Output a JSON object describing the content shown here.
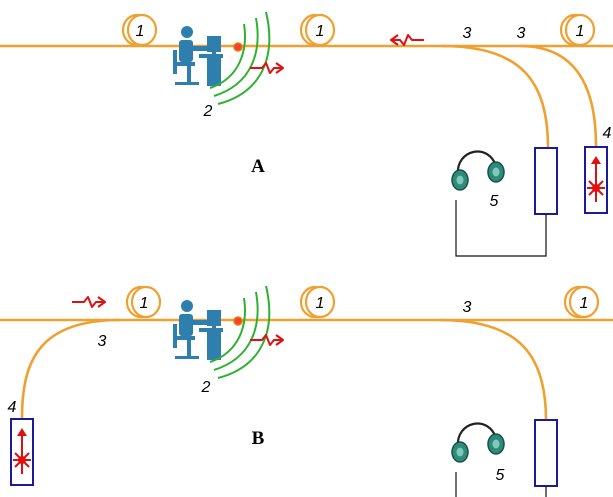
{
  "colors": {
    "fiber": "#f0a030",
    "signal_arrow": "#e01010",
    "sound_wave": "#30b030",
    "person": "#2f7fae",
    "device_frame": "#1a1a9a",
    "laser": "#e01010",
    "headphones": "#2e8b7a"
  },
  "panels": [
    {
      "label": "A",
      "coil_labels": [
        "1",
        "1",
        "1"
      ],
      "eavesdropper_label": "2",
      "coupler_labels": [
        "3",
        "3"
      ],
      "source_label": "4",
      "receiver_label": "5"
    },
    {
      "label": "B",
      "coil_labels": [
        "1",
        "1",
        "1"
      ],
      "eavesdropper_label": "2",
      "coupler_labels": [
        "3",
        "3"
      ],
      "source_label": "4",
      "receiver_label": "5"
    }
  ],
  "icons": {
    "coil": "fiber-coil-icon",
    "eavesdropper": "person-at-desk-icon",
    "signal": "signal-arrow-icon",
    "laser": "laser-source-icon",
    "headphones": "headphones-icon"
  }
}
